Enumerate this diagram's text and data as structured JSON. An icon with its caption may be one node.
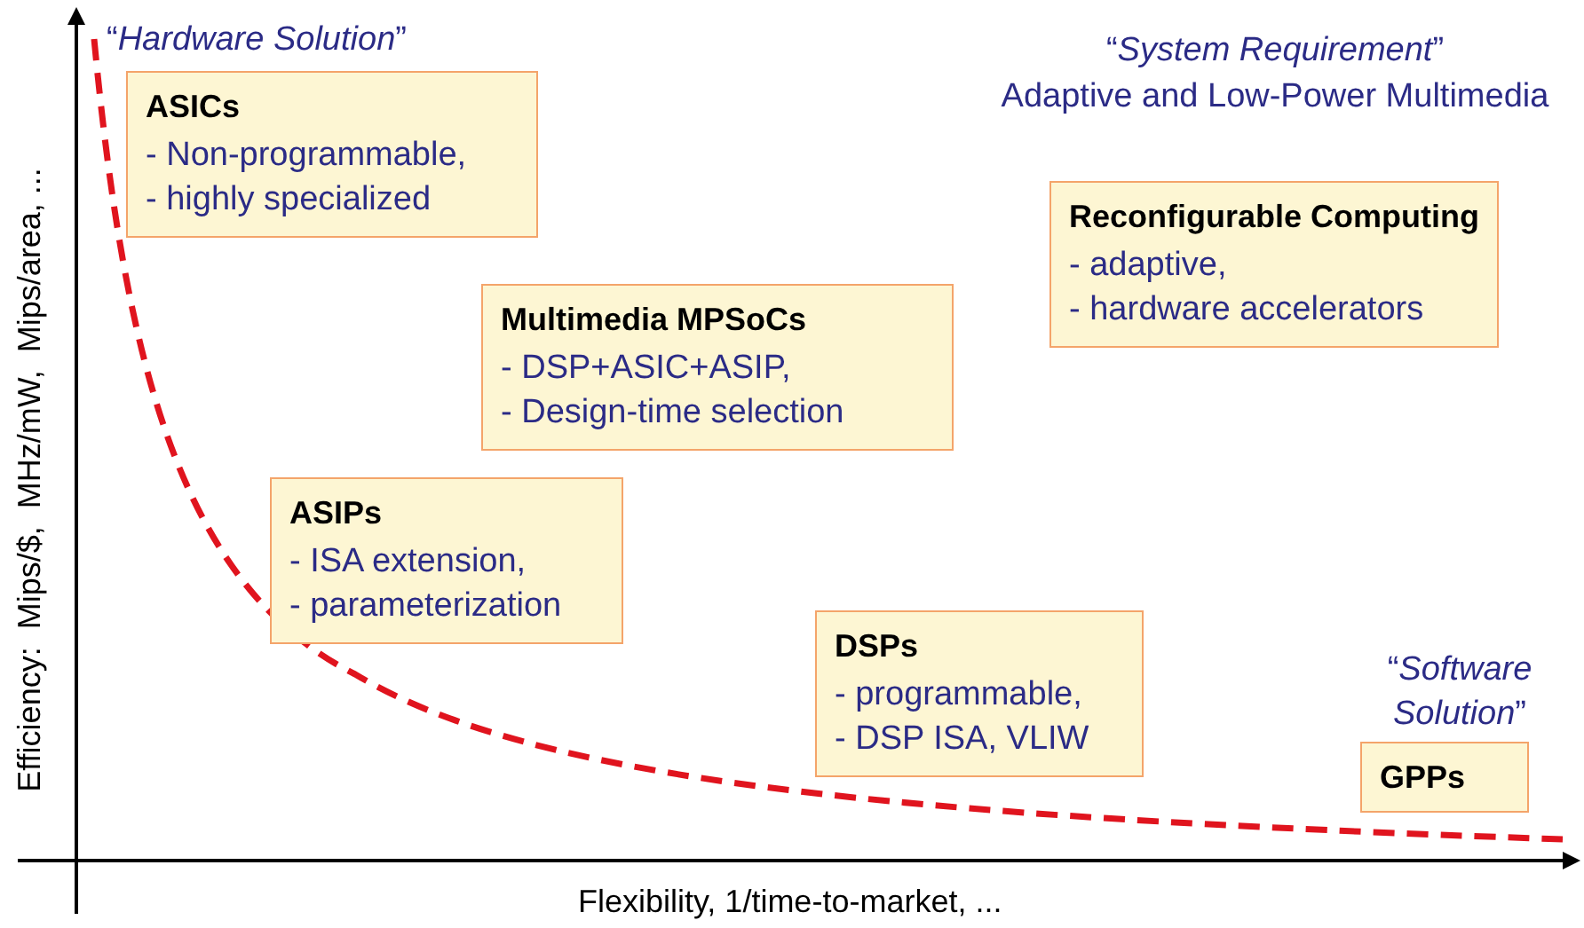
{
  "diagram": {
    "nodes": [
      {
        "text": [
          "ASICs",
          "- Non-programmable,",
          "- highly specialized"
        ],
        "beside": [
          "“*Hardware Solution*”"
        ]
      },
      {
        "text": [
          "Multimedia MPSoCs",
          "- DSP+ASIC+ASIP,",
          "- Design-time selection"
        ]
      },
      {
        "text": [
          "ASIPs",
          "- ISA extension,",
          "- parameterization"
        ]
      },
      {
        "text": [
          "Reconfigurable Computing",
          "- adaptive,",
          "- hardware accelerators"
        ],
        "beside": [
          "“*System Requirement*”",
          "Adaptive and Low-Power Multimedia"
        ]
      },
      {
        "text": [
          "DSPs",
          "- programmable,",
          "- DSP ISA, VLIW"
        ]
      },
      {
        "text": [
          "GPPs"
        ],
        "beside": [
          "“*Software Solution*”"
        ]
      }
    ],
    "edges": [],
    "labels": [
      "Efficiency:  Mips/$,  MHz/mW,  Mips/area, ...",
      "Flexibility, 1/time-to-market, ..."
    ]
  }
}
